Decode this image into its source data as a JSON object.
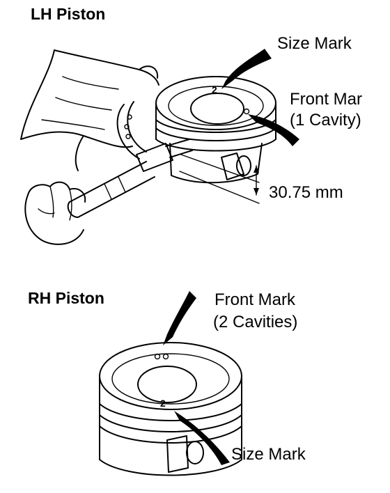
{
  "lh": {
    "title": "LH Piston",
    "size_mark": "Size Mark",
    "front_mark": "Front Mar",
    "front_mark_detail": "(1 Cavity)",
    "dimension": "30.75 mm",
    "size_mark_symbol": "2"
  },
  "rh": {
    "title": "RH Piston",
    "front_mark": "Front Mark",
    "front_mark_detail": "(2 Cavities)",
    "size_mark": "Size Mark",
    "size_mark_symbol": "2"
  }
}
